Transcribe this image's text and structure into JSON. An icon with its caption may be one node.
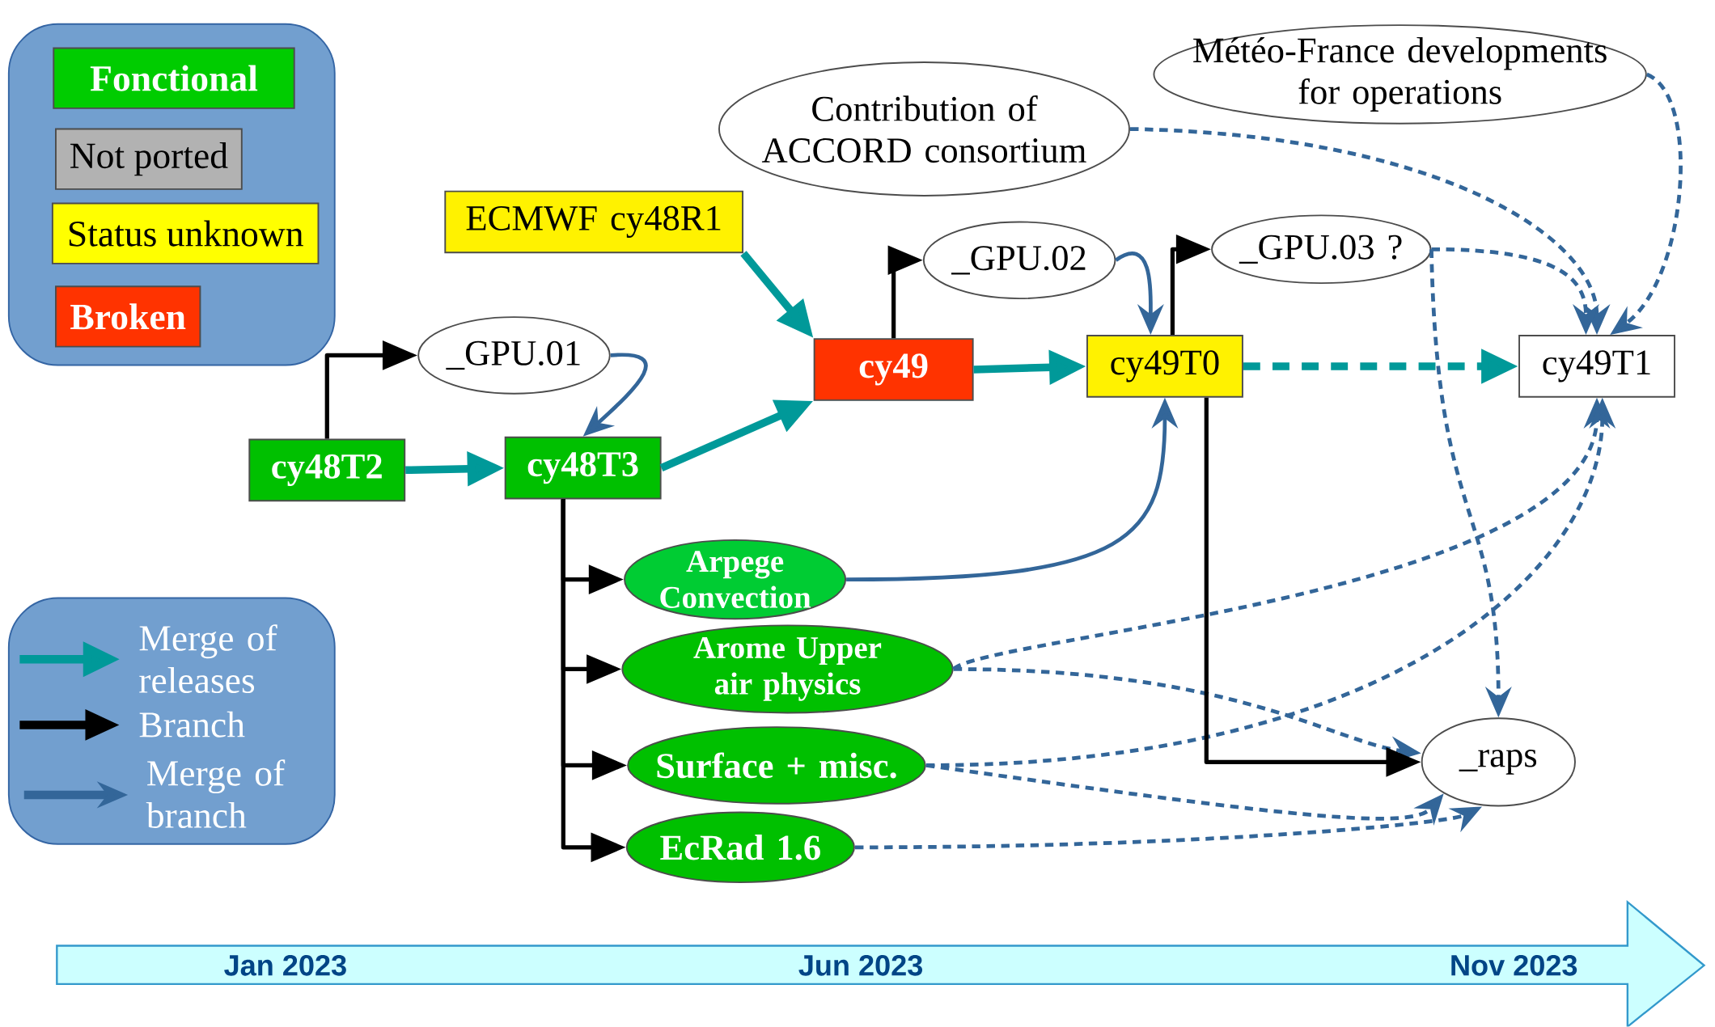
{
  "diagram": {
    "nodes": [
      {
        "text": [
          "Météo-France developments for operations"
        ]
      },
      {
        "text": [
          "Contribution of ACCORD consortium"
        ]
      },
      {
        "text": [
          "ECMWF cy48R1"
        ]
      },
      {
        "text": [
          "_GPU.02"
        ]
      },
      {
        "text": [
          "_GPU.03 ?"
        ]
      },
      {
        "text": [
          "_GPU.01"
        ]
      },
      {
        "text": [
          "cy49"
        ]
      },
      {
        "text": [
          "cy49T0"
        ]
      },
      {
        "text": [
          "cy49T1"
        ]
      },
      {
        "text": [
          "cy48T2"
        ]
      },
      {
        "text": [
          "cy48T3"
        ]
      },
      {
        "text": [
          "Arpege Convection"
        ]
      },
      {
        "text": [
          "Arome Upper air physics"
        ]
      },
      {
        "text": [
          "Surface + misc."
        ]
      },
      {
        "text": [
          "EcRad 1.6"
        ]
      },
      {
        "text": [
          "_raps"
        ]
      }
    ],
    "edges": [
      {
        "from": 9,
        "to": 5,
        "arrow": "to",
        "color": "#000000"
      },
      {
        "from": 9,
        "to": 10,
        "arrow": "to",
        "style": "thick",
        "color": "#009999"
      },
      {
        "from": 5,
        "to": 10,
        "arrow": "to"
      },
      {
        "from": 10,
        "to": 6,
        "arrow": "to",
        "style": "thick",
        "color": "#009999"
      },
      {
        "from": 2,
        "to": 6,
        "arrow": "to",
        "style": "thick",
        "color": "#009999"
      },
      {
        "from": 6,
        "to": 3,
        "arrow": "to",
        "color": "#000000"
      },
      {
        "from": 6,
        "to": 7,
        "arrow": "to",
        "style": "thick",
        "color": "#009999"
      },
      {
        "from": 3,
        "to": 7,
        "arrow": "to"
      },
      {
        "from": 7,
        "to": 4,
        "arrow": "to",
        "color": "#000000"
      },
      {
        "from": 7,
        "to": 8,
        "arrow": "to",
        "style": "dashed",
        "color": "#009999"
      },
      {
        "from": 1,
        "to": 8,
        "arrow": "to",
        "style": "dashed"
      },
      {
        "from": 0,
        "to": 8,
        "arrow": "to",
        "style": "dashed"
      },
      {
        "from": 4,
        "to": 8,
        "arrow": "to",
        "style": "dashed"
      },
      {
        "from": 4,
        "to": 15,
        "arrow": "to",
        "style": "dashed"
      },
      {
        "from": 10,
        "to": 11,
        "arrow": "to",
        "color": "#000000"
      },
      {
        "from": 10,
        "to": 12,
        "arrow": "to",
        "color": "#000000"
      },
      {
        "from": 10,
        "to": 13,
        "arrow": "to",
        "color": "#000000"
      },
      {
        "from": 10,
        "to": 14,
        "arrow": "to",
        "color": "#000000"
      },
      {
        "from": 11,
        "to": 7,
        "arrow": "to"
      },
      {
        "from": 12,
        "to": 8,
        "arrow": "to",
        "style": "dashed"
      },
      {
        "from": 12,
        "to": 15,
        "arrow": "to",
        "style": "dashed"
      },
      {
        "from": 13,
        "to": 8,
        "arrow": "to",
        "style": "dashed"
      },
      {
        "from": 13,
        "to": 15,
        "arrow": "to",
        "style": "dashed"
      },
      {
        "from": 14,
        "to": 15,
        "arrow": "to",
        "style": "dashed"
      },
      {
        "from": 7,
        "to": 15,
        "arrow": "to",
        "color": "#000000"
      }
    ],
    "labels": [
      "Jan 2023",
      "Jun 2023",
      "Nov 2023"
    ],
    "legend": [
      {
        "text": "Fonctional",
        "color": "#00cc00"
      },
      {
        "text": "Not ported",
        "color": "#b2b2b2"
      },
      {
        "text": "Status unknown",
        "color": "#ffff00"
      },
      {
        "text": "Broken",
        "color": "#ff3300"
      },
      {
        "text": "Merge of releases"
      },
      {
        "text": "Branch"
      },
      {
        "text": "Merge of branch"
      }
    ]
  }
}
